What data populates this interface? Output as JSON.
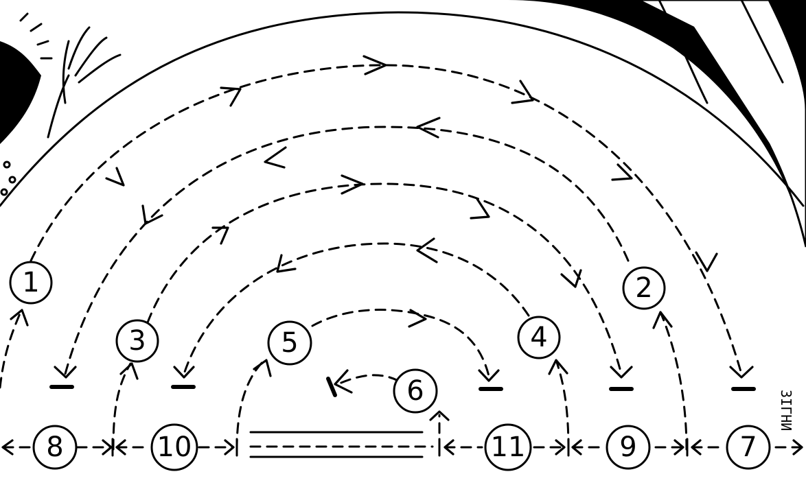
{
  "nodes": [
    {
      "id": "n1",
      "label": "1"
    },
    {
      "id": "n2",
      "label": "2"
    },
    {
      "id": "n3",
      "label": "3"
    },
    {
      "id": "n4",
      "label": "4"
    },
    {
      "id": "n5",
      "label": "5"
    },
    {
      "id": "n6",
      "label": "6"
    },
    {
      "id": "n7",
      "label": "7"
    },
    {
      "id": "n8",
      "label": "8"
    },
    {
      "id": "n9",
      "label": "9"
    },
    {
      "id": "n10",
      "label": "10"
    },
    {
      "id": "n11",
      "label": "11"
    }
  ],
  "signature": "ЗІГНИ",
  "colors": {
    "ink": "#000000",
    "paper": "#ffffff"
  }
}
